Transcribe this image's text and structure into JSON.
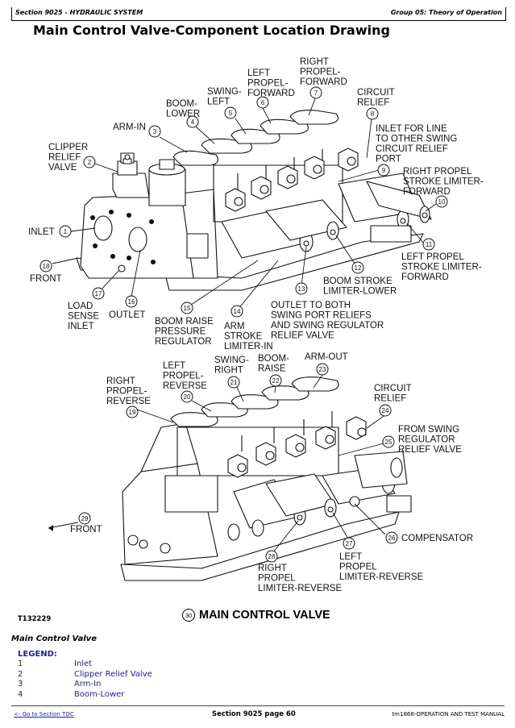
{
  "header": {
    "section": "Section 9025 - HYDRAULIC SYSTEM",
    "group": "Group 05: Theory of Operation"
  },
  "page_title": "Main Control Valve-Component Location Drawing",
  "figure": {
    "id": "T132229",
    "caption_number": "30",
    "caption": "MAIN CONTROL VALVE",
    "callouts": [
      {
        "n": "1",
        "label": [
          "INLET"
        ]
      },
      {
        "n": "2",
        "label": [
          "CLIPPER",
          "RELIEF",
          "VALVE"
        ]
      },
      {
        "n": "3",
        "label": [
          "ARM-IN"
        ]
      },
      {
        "n": "4",
        "label": [
          "BOOM-",
          "LOWER"
        ]
      },
      {
        "n": "5",
        "label": [
          "SWING-",
          "LEFT"
        ]
      },
      {
        "n": "6",
        "label": [
          "LEFT",
          "PROPEL-",
          "FORWARD"
        ]
      },
      {
        "n": "7",
        "label": [
          "RIGHT",
          "PROPEL-",
          "FORWARD"
        ]
      },
      {
        "n": "8",
        "label": [
          "CIRCUIT",
          "RELIEF"
        ]
      },
      {
        "n": "9",
        "label": [
          "INLET FOR LINE",
          "TO OTHER SWING",
          "CIRCUIT RELIEF",
          "PORT"
        ]
      },
      {
        "n": "10",
        "label": [
          "RIGHT PROPEL",
          "STROKE LIMITER-",
          "FORWARD"
        ]
      },
      {
        "n": "11",
        "label": [
          "LEFT PROPEL",
          "STROKE LIMITER-",
          "FORWARD"
        ]
      },
      {
        "n": "12",
        "label": [
          "BOOM STROKE",
          "LIMITER-LOWER"
        ]
      },
      {
        "n": "13",
        "label": [
          "OUTLET TO BOTH",
          "SWING PORT RELIEFS",
          "AND SWING REGULATOR",
          "RELIEF VALVE"
        ]
      },
      {
        "n": "14",
        "label": [
          "ARM",
          "STROKE",
          "LIMITER-IN"
        ]
      },
      {
        "n": "15",
        "label": [
          "BOOM RAISE",
          "PRESSURE",
          "REGULATOR"
        ]
      },
      {
        "n": "16",
        "label": [
          "OUTLET"
        ]
      },
      {
        "n": "17",
        "label": [
          "LOAD",
          "SENSE",
          "INLET"
        ]
      },
      {
        "n": "18",
        "label": [
          "FRONT"
        ]
      },
      {
        "n": "19",
        "label": [
          "RIGHT",
          "PROPEL-",
          "REVERSE"
        ]
      },
      {
        "n": "20",
        "label": [
          "LEFT",
          "PROPEL-",
          "REVERSE"
        ]
      },
      {
        "n": "21",
        "label": [
          "SWING-",
          "RIGHT"
        ]
      },
      {
        "n": "22",
        "label": [
          "BOOM-",
          "RAISE"
        ]
      },
      {
        "n": "23",
        "label": [
          "ARM-OUT"
        ]
      },
      {
        "n": "24",
        "label": [
          "CIRCUIT",
          "RELIEF"
        ]
      },
      {
        "n": "25",
        "label": [
          "FROM SWING",
          "REGULATOR",
          "RELIEF VALVE"
        ]
      },
      {
        "n": "26",
        "label": [
          "COMPENSATOR"
        ]
      },
      {
        "n": "27",
        "label": [
          "LEFT",
          "PROPEL",
          "LIMITER-REVERSE"
        ]
      },
      {
        "n": "28",
        "label": [
          "RIGHT",
          "PROPEL",
          "LIMITER-REVERSE"
        ]
      },
      {
        "n": "29",
        "label": [
          "FRONT"
        ]
      }
    ]
  },
  "caption_title": "Main Control Valve",
  "legend": {
    "heading": "LEGEND:",
    "items": [
      {
        "n": "1",
        "label": "Inlet"
      },
      {
        "n": "2",
        "label": "Clipper Relief Valve"
      },
      {
        "n": "3",
        "label": "Arm-In"
      },
      {
        "n": "4",
        "label": "Boom-Lower"
      }
    ]
  },
  "footer": {
    "toc_link": "<- Go to Section TOC",
    "page": "Section 9025 page 60",
    "manual": "tm1868-OPERATION AND TEST MANUAL"
  }
}
